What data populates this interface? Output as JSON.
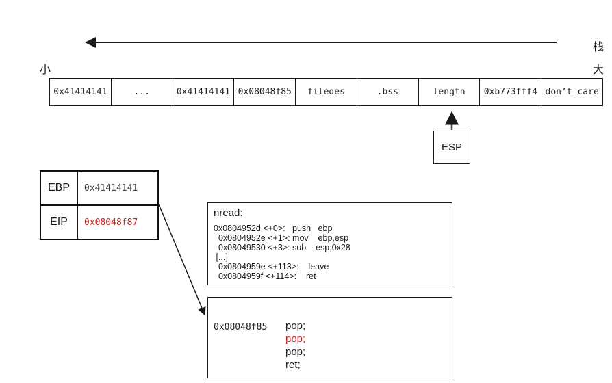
{
  "labels": {
    "stack_cn": "栈",
    "grow_big_cn": "大",
    "grow_small_cn": "小"
  },
  "memory_row": {
    "cells": [
      "0x41414141",
      "...",
      "0x41414141",
      "0x08048f85",
      "filedes",
      ".bss",
      "length",
      "0xb773fff4",
      "don’t care"
    ]
  },
  "esp": {
    "label": "ESP"
  },
  "registers": {
    "rows": [
      {
        "name": "EBP",
        "value": "0x41414141",
        "color": "#3a3a3a"
      },
      {
        "name": "EIP",
        "value": "0x08048f87",
        "color": "#cc2222"
      }
    ]
  },
  "nread_box": {
    "title": "nread:",
    "lines": [
      "0x0804952d <+0>:   push   ebp",
      "  0x0804952e <+1>: mov    ebp,esp",
      "  0x08049530 <+3>: sub    esp,0x28",
      " [...]",
      "  0x0804959e <+113>:    leave",
      "  0x0804959f <+114>:    ret"
    ]
  },
  "gadget_box": {
    "address": "0x08048f85",
    "instructions": [
      {
        "text": "pop;",
        "color": "#1a1a1a"
      },
      {
        "text": "pop;",
        "color": "#cc2222"
      },
      {
        "text": "pop;",
        "color": "#1a1a1a"
      },
      {
        "text": "ret;",
        "color": "#1a1a1a"
      }
    ]
  },
  "colors": {
    "stroke": "#1a1a1a",
    "highlight_red": "#cc2222",
    "background": "#ffffff"
  }
}
